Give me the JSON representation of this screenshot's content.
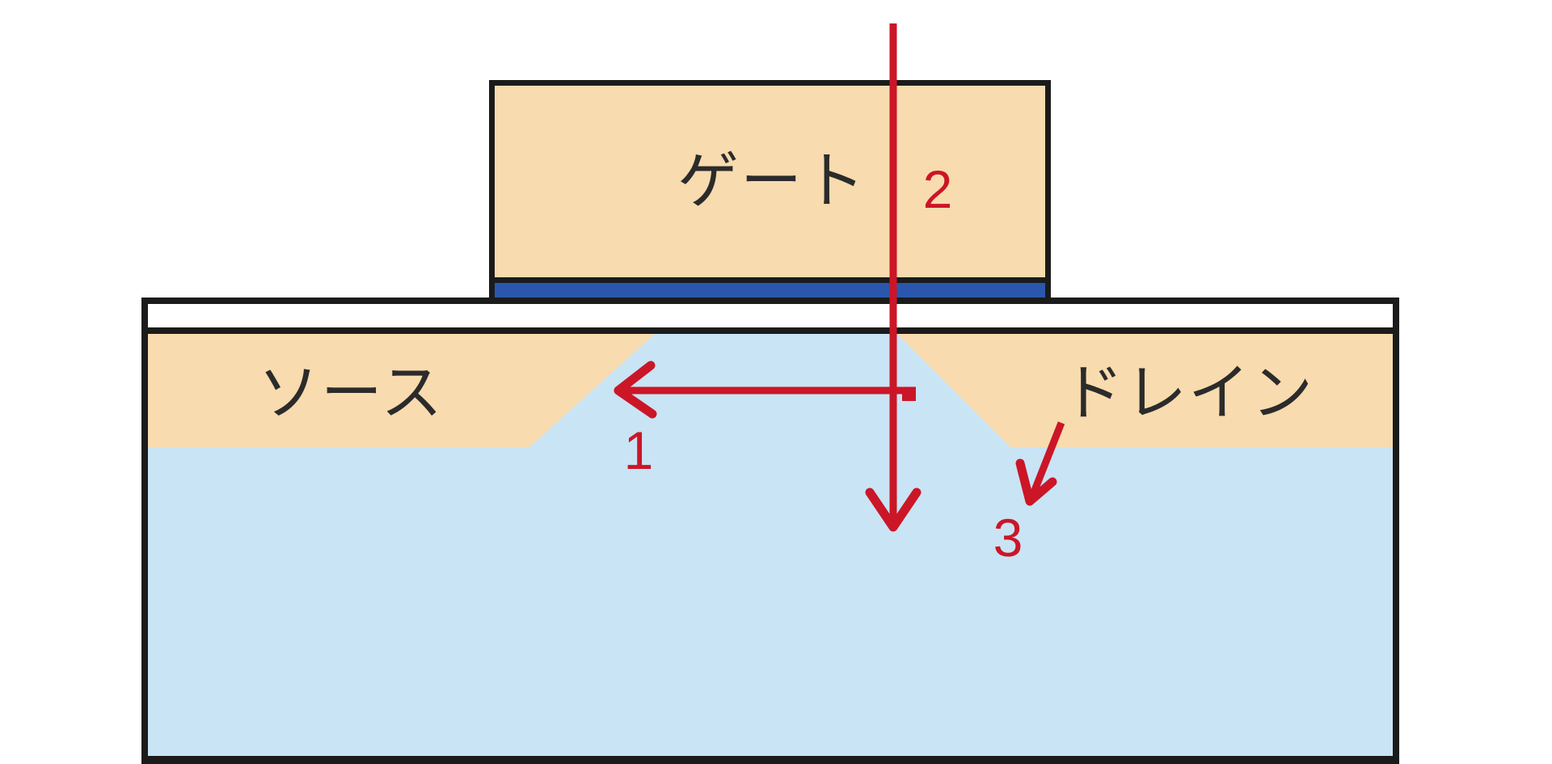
{
  "diagram": {
    "labels": {
      "gate": "ゲート",
      "source": "ソース",
      "drain": "ドレイン"
    },
    "step_markers": {
      "one": "1",
      "two": "2",
      "three": "3"
    },
    "colors": {
      "background": "#ffffff",
      "outline_black": "#1b1b1b",
      "electrode_tan": "#f8dbae",
      "substrate_light_blue": "#c9e4f5",
      "surface_strip_white": "#ffffff",
      "gate_oxide_blue": "#2a57ad",
      "arrow_red": "#cb1627",
      "text_black": "#2b2b2b"
    }
  }
}
